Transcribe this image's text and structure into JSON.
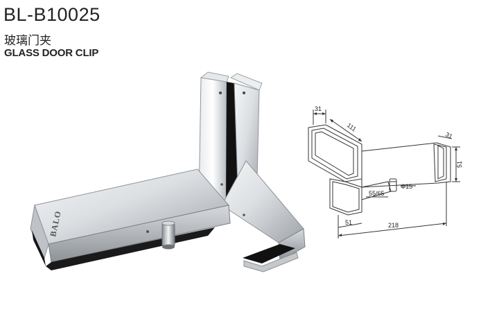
{
  "product": {
    "model": "BL-B10025",
    "name_cn": "玻璃门夹",
    "name_en": "GLASS DOOR CLIP",
    "brand": "BALO"
  },
  "drawing": {
    "dimensions": [
      "31",
      "111",
      "31",
      "51",
      "55/65",
      "Φ15",
      "51",
      "218"
    ]
  }
}
